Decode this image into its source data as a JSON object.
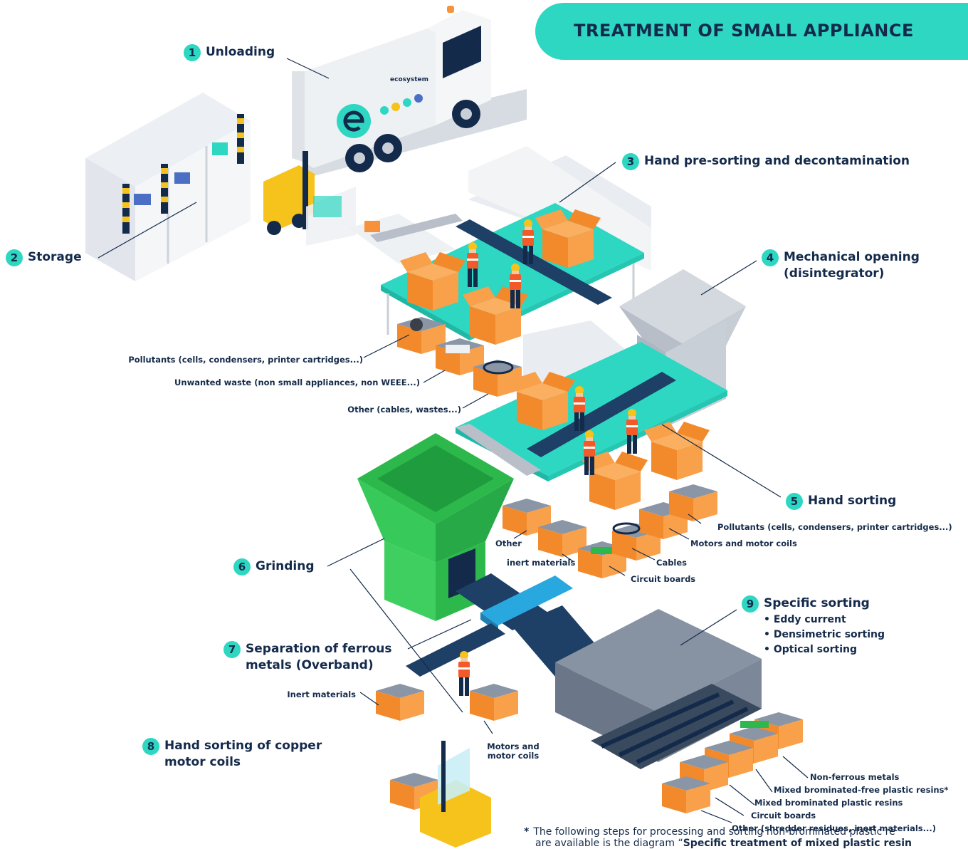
{
  "title": "TREATMENT OF SMALL APPLIANCE",
  "truck_logo_text": "ecosystem",
  "colors": {
    "teal": "#2dd7c2",
    "navy": "#142a4b",
    "orange": "#f7923b",
    "green": "#2db84c",
    "grey": "#aeb6c1",
    "yellow": "#f6c21c"
  },
  "steps": [
    {
      "number": "1",
      "label": "Unloading"
    },
    {
      "number": "2",
      "label": "Storage"
    },
    {
      "number": "3",
      "label": "Hand pre-sorting and decontamination"
    },
    {
      "number": "4",
      "label": "Mechanical opening (disintegrator)"
    },
    {
      "number": "5",
      "label": "Hand sorting"
    },
    {
      "number": "6",
      "label": "Grinding"
    },
    {
      "number": "7",
      "label": "Separation of ferrous metals (Overband)"
    },
    {
      "number": "8",
      "label": "Hand sorting of copper motor coils"
    },
    {
      "number": "9",
      "label": "Specific sorting"
    }
  ],
  "specific_sorting_methods": [
    "• Eddy current",
    "• Densimetric sorting",
    "• Optical sorting"
  ],
  "presorting_outputs": [
    "Pollutants (cells, condensers, printer cartridges...)",
    "Unwanted waste (non small appliances, non WEEE...)",
    "Other (cables, wastes...)"
  ],
  "hand_sorting_outputs": {
    "pollutants": "Pollutants (cells, condensers, printer cartridges...)",
    "motors": "Motors and motor coils",
    "cables": "Cables",
    "circuit_boards": "Circuit boards",
    "other": "Other",
    "inert": "inert materials"
  },
  "overband_outputs": {
    "inert": "Inert materials",
    "motors": "Motors and motor coils"
  },
  "specific_outputs": [
    "Non-ferrous metals",
    "Mixed brominated-free plastic resins*",
    "Mixed brominated plastic resins",
    "Circuit boards",
    "Other (shredder residues, inert materials...)"
  ],
  "footnote": {
    "star": "*",
    "line1": "The following steps for processing and sorting non-brominated plastic re",
    "line2_prefix": "are available is the diagram “",
    "line2_bold": "Specific treatment of mixed plastic resin"
  }
}
